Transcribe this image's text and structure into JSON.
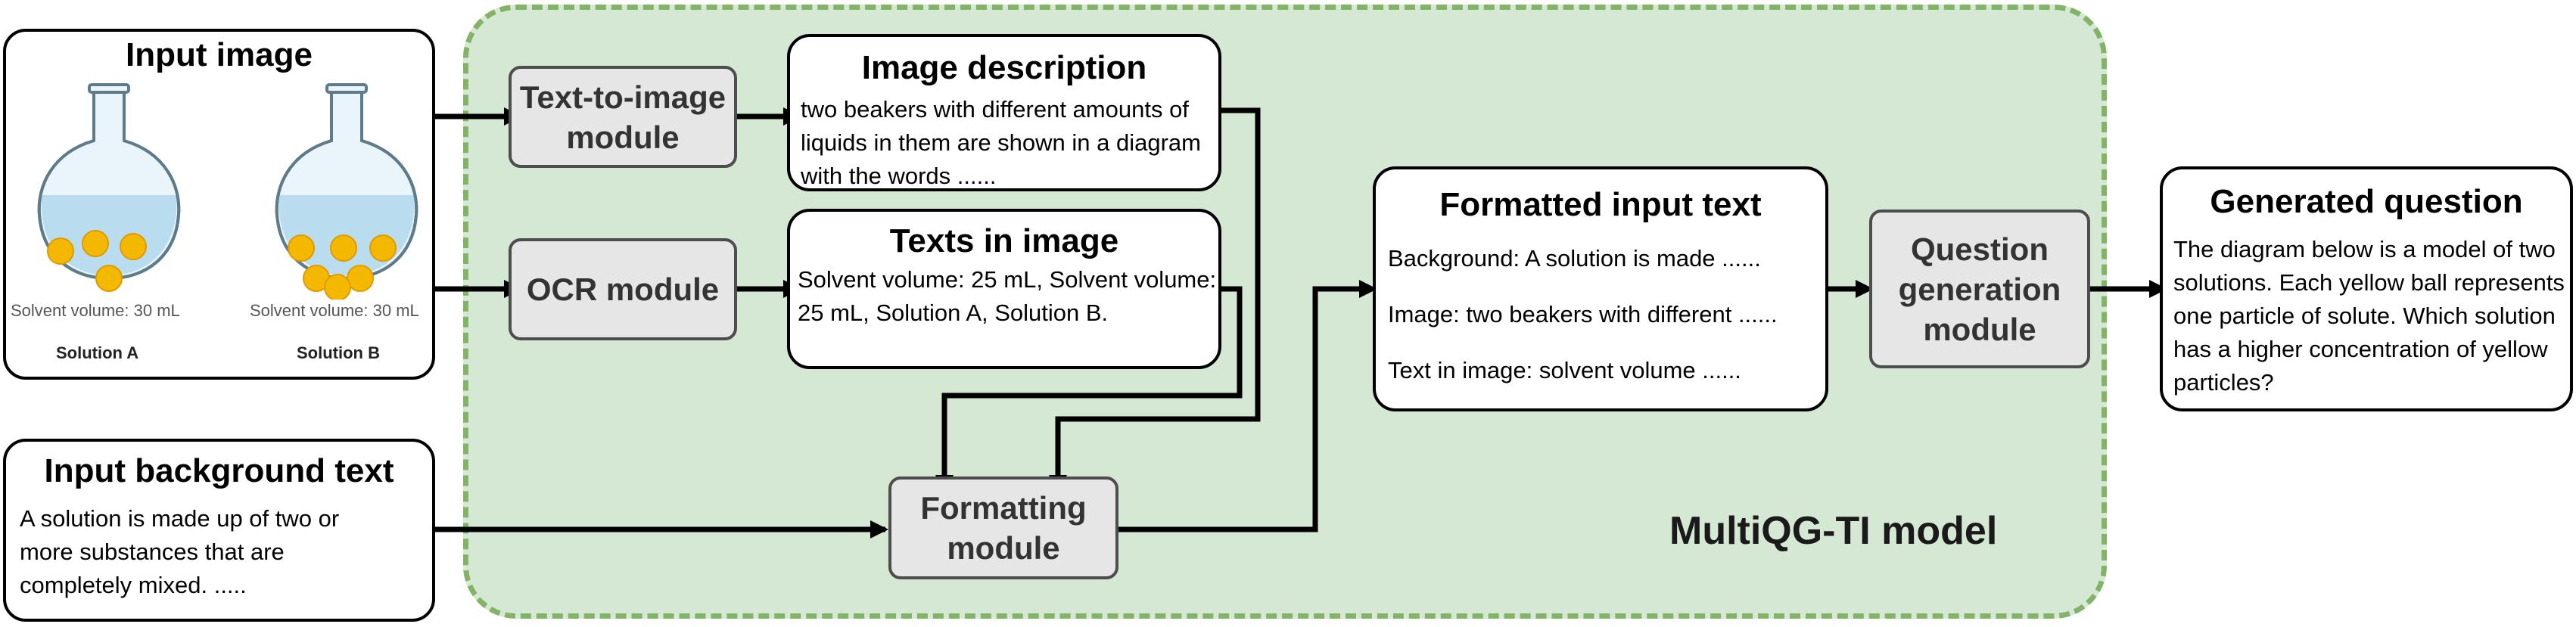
{
  "model_label": "MultiQG-TI model",
  "input_image": {
    "title": "Input image",
    "flask_a_caption": "Solvent volume: 30 mL",
    "flask_b_caption": "Solvent volume: 30 mL",
    "flask_a_label": "Solution A",
    "flask_b_label": "Solution B"
  },
  "input_background": {
    "title": "Input background text",
    "text": "A solution is made up of two or more substances that are completely mixed. ....."
  },
  "modules": {
    "text_to_image": "Text-to-image\nmodule",
    "ocr": "OCR module",
    "formatting": "Formatting\nmodule",
    "question_generation": "Question\ngeneration\nmodule"
  },
  "image_description": {
    "title": "Image description",
    "text": "two beakers with different amounts of liquids in them are shown in a diagram with the words ......"
  },
  "texts_in_image": {
    "title": "Texts in image",
    "text": "Solvent volume: 25 mL, Solvent volume: 25 mL, Solution A, Solution B."
  },
  "formatted_input": {
    "title": "Formatted input text",
    "line1": "Background: A solution is made ......",
    "line2": "Image: two beakers with different ......",
    "line3": "Text in image: solvent volume ......"
  },
  "generated_question": {
    "title": "Generated question",
    "text": "The diagram below is a model of two solutions. Each yellow ball represents one particle of solute. Which solution has a higher concentration of yellow particles?"
  },
  "colors": {
    "model_fill": "#d5e8d4",
    "model_border": "#82b366",
    "module_fill": "#e6e6e6",
    "module_border": "#4d4d4d",
    "particle": "#f5b800",
    "flask_liquid": "#b9dcee"
  }
}
